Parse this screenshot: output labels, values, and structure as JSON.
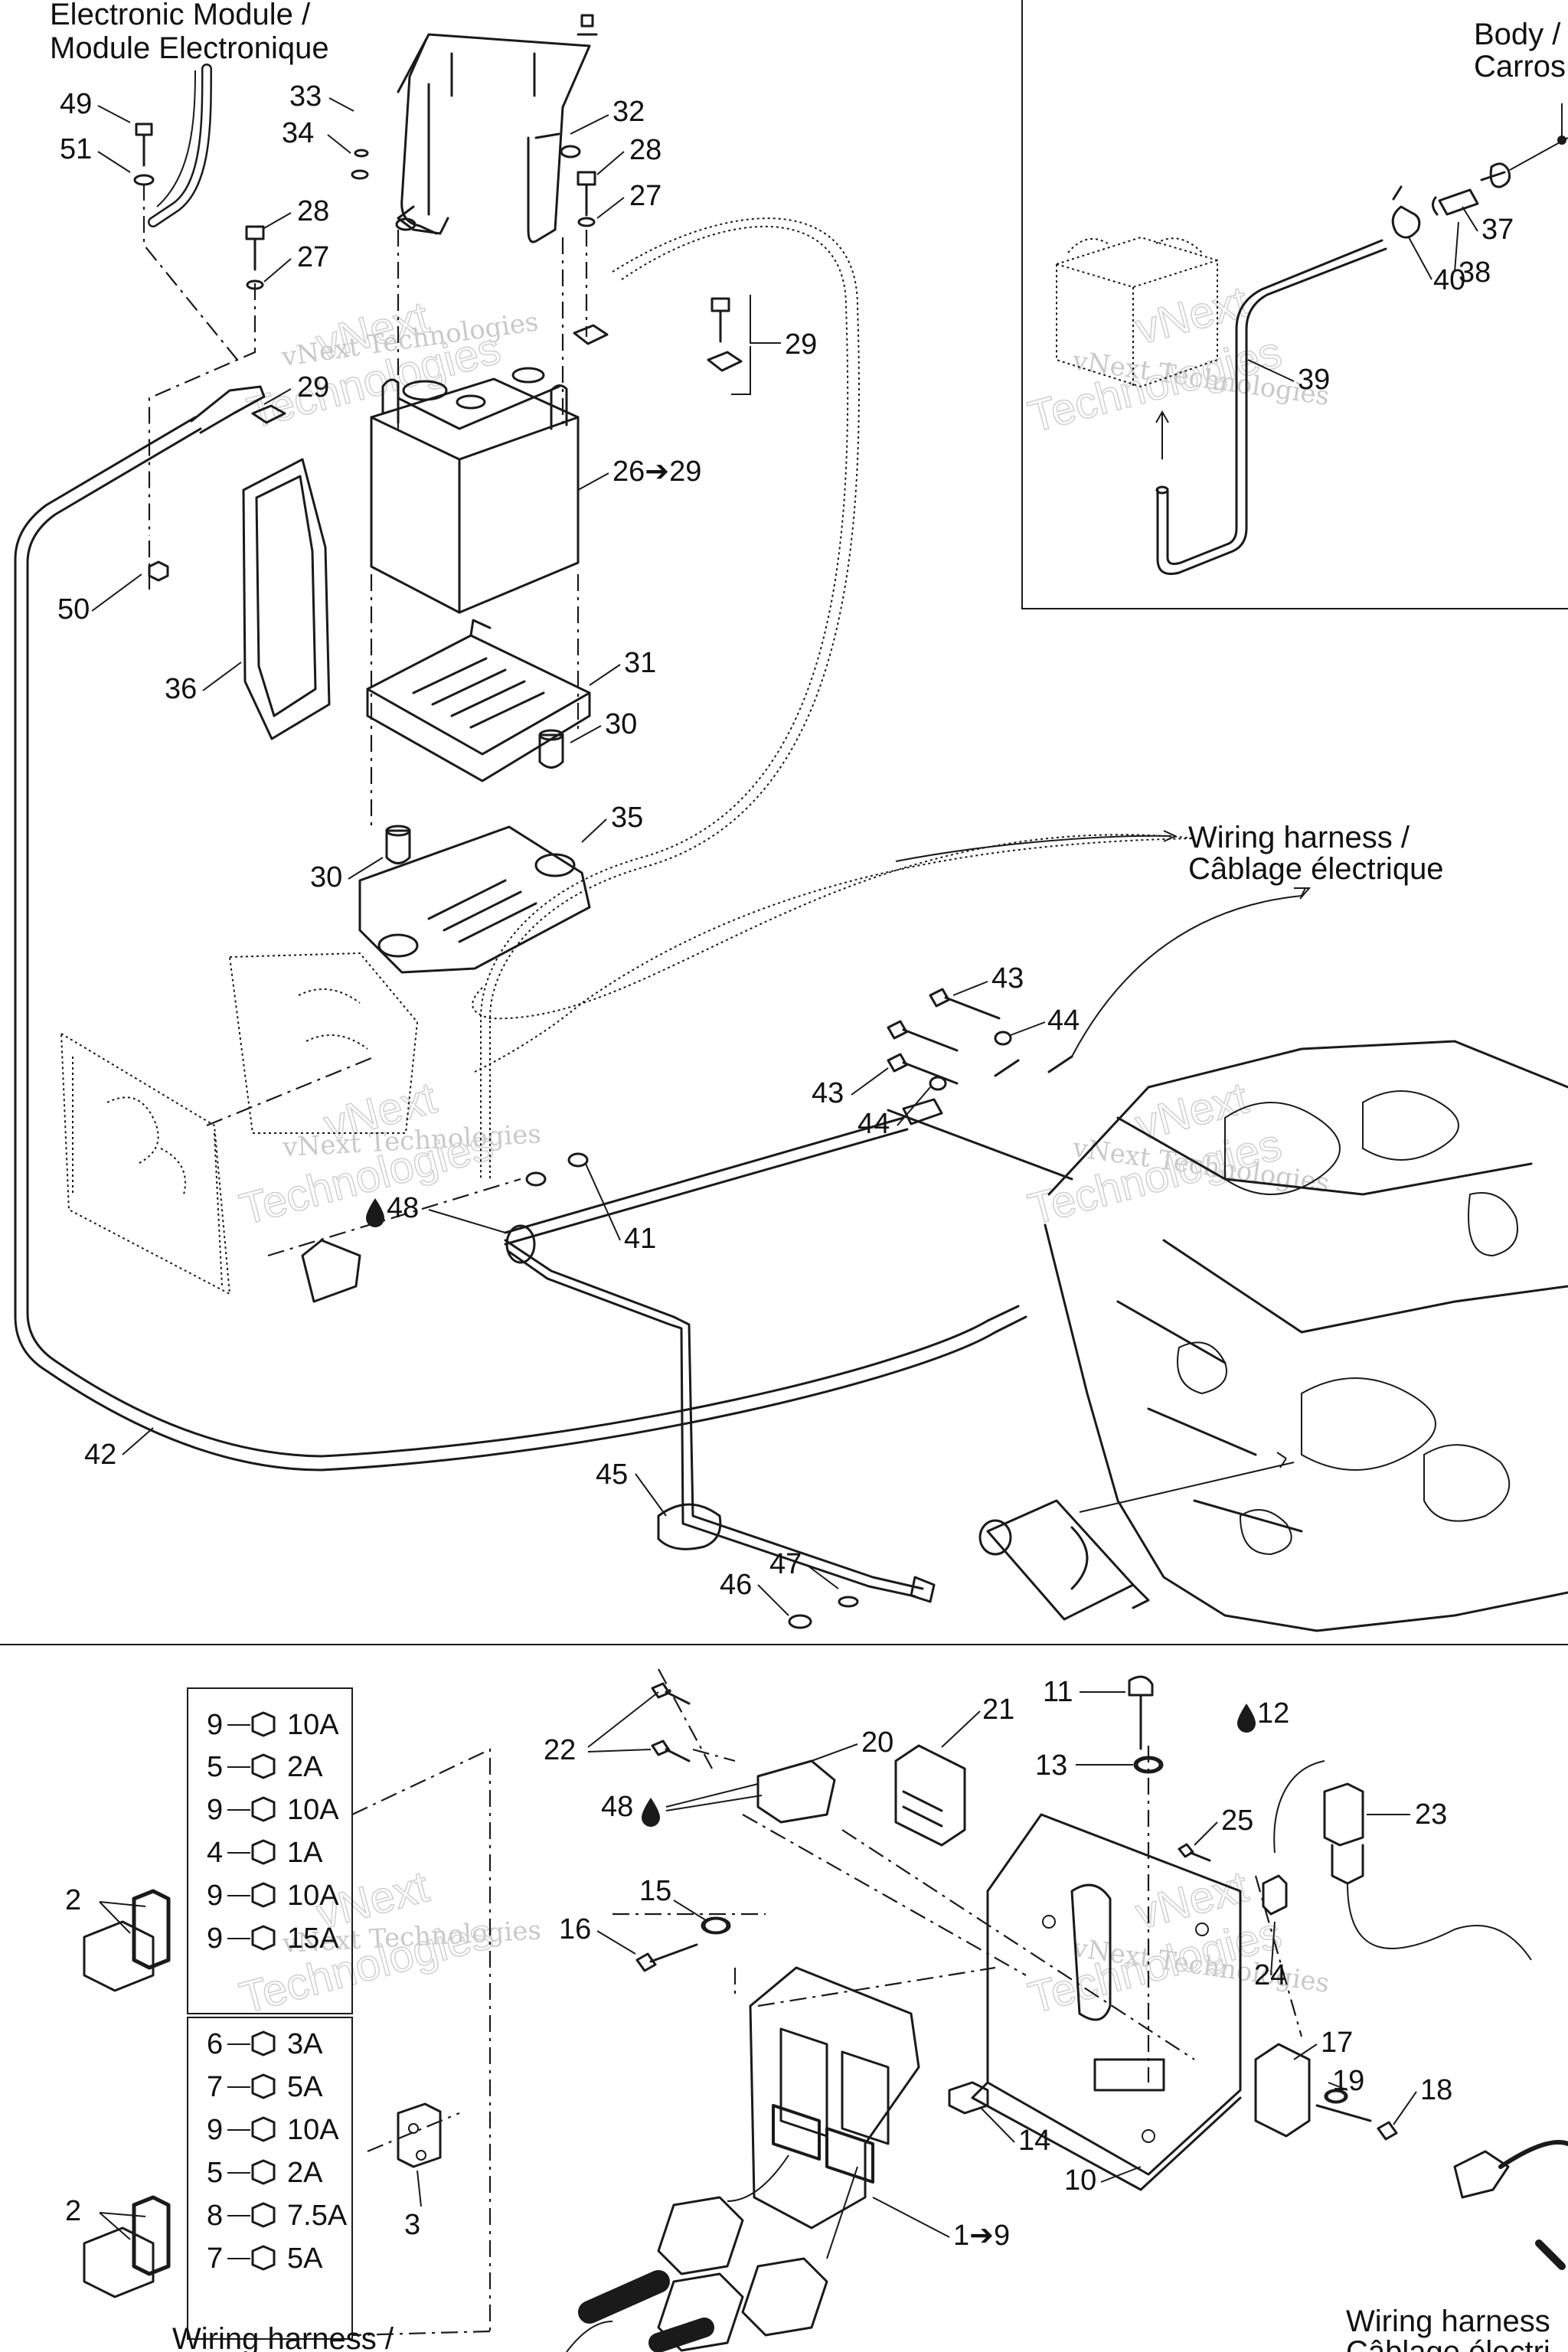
{
  "callouts": {
    "electronic_module": [
      "Electronic Module /",
      "Module Electronique"
    ],
    "body": [
      "Body /",
      "Carros"
    ],
    "wiring_harness_mid": [
      "Wiring harness /",
      "Câblage électrique"
    ],
    "wiring_harness_bottom_right": [
      "Wiring harness",
      "Câblage électri"
    ],
    "wiring_harness_bottom": "Wiring harness /"
  },
  "watermark": {
    "line": "vNext Technologies",
    "top": "vNext",
    "bottom": "Technologies"
  },
  "part_numbers": {
    "p49": "49",
    "p51": "51",
    "p33": "33",
    "p34": "34",
    "p32": "32",
    "p28a": "28",
    "p27a": "27",
    "p28b": "28",
    "p27b": "27",
    "p29a": "29",
    "p29b": "29",
    "p26": "26➔29",
    "p50": "50",
    "p36": "36",
    "p31": "31",
    "p30a": "30",
    "p35": "35",
    "p30b": "30",
    "p37": "37",
    "p38": "38",
    "p40": "40",
    "p39": "39",
    "p43a": "43",
    "p44a": "44",
    "p43b": "43",
    "p44b": "44",
    "p48": "48",
    "p41": "41",
    "p42": "42",
    "p45": "45",
    "p46": "46",
    "p47": "47",
    "p11": "11",
    "p12": "12",
    "p13": "13",
    "p21": "21",
    "p22": "22",
    "p20": "20",
    "p48b": "48",
    "p25": "25",
    "p23": "23",
    "p24": "24",
    "p15": "15",
    "p16": "16",
    "p17": "17",
    "p19": "19",
    "p18": "18",
    "p14": "14",
    "p10": "10",
    "p1": "1➔9",
    "p2a": "2",
    "p2b": "2",
    "p3": "3"
  },
  "fuse_box_1": [
    {
      "slot": "9",
      "rating": "10A"
    },
    {
      "slot": "5",
      "rating": "2A"
    },
    {
      "slot": "9",
      "rating": "10A"
    },
    {
      "slot": "4",
      "rating": "1A"
    },
    {
      "slot": "9",
      "rating": "10A"
    },
    {
      "slot": "9",
      "rating": "15A"
    }
  ],
  "fuse_box_2": [
    {
      "slot": "6",
      "rating": "3A"
    },
    {
      "slot": "7",
      "rating": "5A"
    },
    {
      "slot": "9",
      "rating": "10A"
    },
    {
      "slot": "5",
      "rating": "2A"
    },
    {
      "slot": "8",
      "rating": "7.5A"
    },
    {
      "slot": "7",
      "rating": "5A"
    }
  ],
  "legend_symbols": {
    "arrow": "➔",
    "drop": "liquid-drop-icon",
    "fuse": "fuse-icon"
  }
}
